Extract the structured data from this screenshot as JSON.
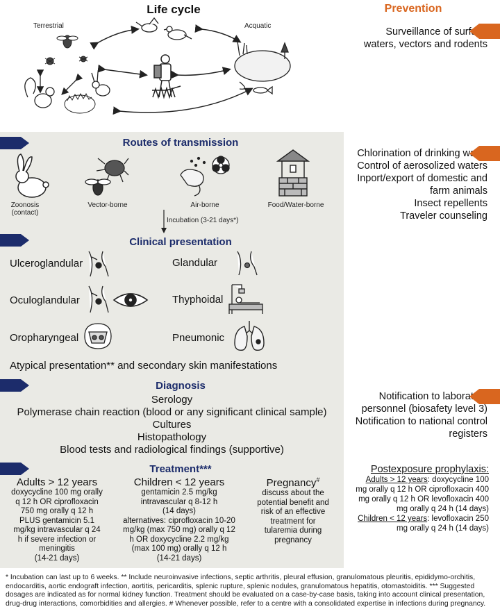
{
  "lifecycle": {
    "title": "Life cycle",
    "terrestrial": "Terrestrial",
    "aquatic": "Acquatic"
  },
  "prevention": {
    "title": "Prevention",
    "p1": [
      "Surveillance of surface",
      "waters, vectors and rodents"
    ],
    "p2": [
      "Chlorination of drinking water",
      "Control of aerosolized waters",
      "Inport/export of domestic and",
      "farm animals",
      "Insect repellents",
      "Traveler counseling"
    ],
    "p3": [
      "Notification to laboratory",
      "personnel (biosafety level 3)",
      "Notification to national control",
      "registers"
    ]
  },
  "routes": {
    "title": "Routes of transmission",
    "items": [
      {
        "label1": "Zoonosis",
        "label2": "(contact)",
        "icon": "rabbit-icon"
      },
      {
        "label1": "Vector-borne",
        "label2": "",
        "icon": "tick-fly-icon"
      },
      {
        "label1": "Air-borne",
        "label2": "",
        "icon": "biohazard-icon"
      },
      {
        "label1": "Food/Water-borne",
        "label2": "",
        "icon": "well-icon"
      }
    ],
    "incubation": "Incubation (3-21 days*)"
  },
  "clinical": {
    "title": "Clinical presentation",
    "left": [
      "Ulceroglandular",
      "Oculoglandular",
      "Oropharyngeal"
    ],
    "right": [
      "Glandular",
      "Thyphoidal",
      "Pneumonic"
    ],
    "atypical": "Atypical presentation** and secondary skin manifestations"
  },
  "diagnosis": {
    "title": "Diagnosis",
    "items": [
      "Serology",
      "Polymerase chain reaction (blood or any significant clinical sample)",
      "Cultures",
      "Histopathology",
      "Blood tests and radiological findings (supportive)"
    ]
  },
  "treatment": {
    "title": "Treatment***",
    "adults_h": "Adults > 12 years",
    "adults": [
      "doxycycline 100 mg orally",
      "q 12 h OR ciprofloxacin",
      "750 mg orally q 12 h",
      "PLUS gentamicin 5.1",
      "mg/kg intravascular q 24",
      "h if severe infection or",
      "meningitis",
      "(14-21 days)"
    ],
    "children_h": "Children < 12 years",
    "children": [
      "gentamicin 2.5 mg/kg",
      "intravascular q 8-12 h",
      "(14 days)",
      "alternatives: ciprofloxacin 10-20",
      "mg/kg (max 750 mg) orally q 12",
      "h OR doxycycline 2.2 mg/kg",
      "(max 100 mg) orally q 12 h",
      "(14-21 days)"
    ],
    "preg_h": "Pregnancy",
    "preg_sup": "#",
    "preg": [
      "discuss about the",
      "potential benefit and",
      "risk of an effective",
      "treatment for",
      "tularemia during",
      "pregnancy"
    ]
  },
  "postexposure": {
    "title": "Postexposure prophylaxis:",
    "adults_u": "Adults > 12 years",
    "adults": [
      ": doxycycline 100",
      "mg orally q 12 h OR ciprofloxacin 400",
      "mg orally q 12 h OR levofloxacin 400",
      "mg orally q 24 h (14 days)"
    ],
    "children_u": "Children < 12 years",
    "children": [
      ": levofloxacin 250",
      "mg orally q 24 h (14 days)"
    ]
  },
  "footnote": "* Incubation can last up to 6 weeks. ** Include neuroinvasive infections, septic arthritis, pleural effusion, granulomatous pleuritis, epididymo-orchitis, endocarditis, aortic endograft infection, aortitis, pericarditis, splenic rupture, splenic nodules, granulomatous hepatitis, otomastoiditis. *** Suggested dosages are indicated as for normal kidney function. Treatment should be evaluated on a case-by-case basis, taking into account clinical presentation, drug-drug interactions, comorbidities and allergies. # Whenever possible, refer to a centre with a consolidated expertise in infections during pregnancy.",
  "colors": {
    "navy": "#1c2c6b",
    "orange": "#d9661f",
    "panel": "#eaeae5"
  }
}
